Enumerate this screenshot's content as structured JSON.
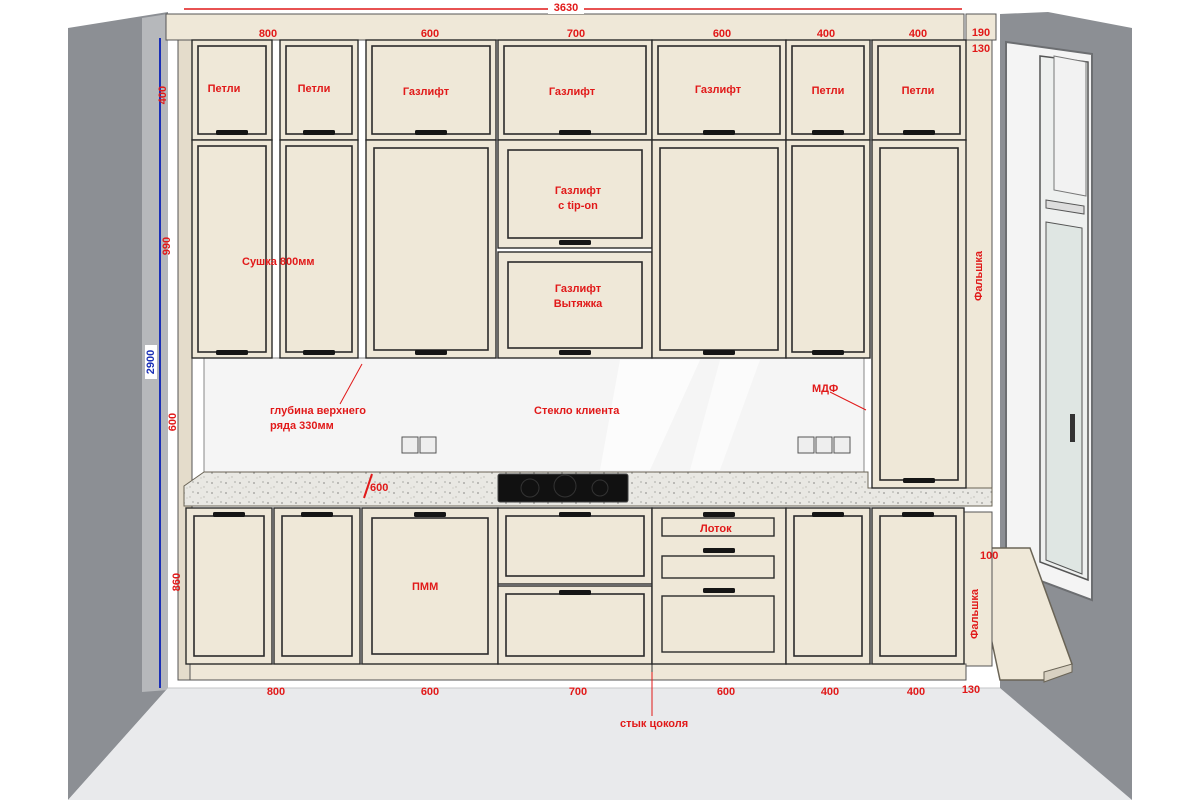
{
  "colors": {
    "facade": "#efe8d8",
    "frame": "#2b2b2b",
    "wall": "#8c8f94",
    "floor": "#e9eaec",
    "dim_red": "#e11919",
    "dim_blue": "#1a2fb5",
    "counter": "#e7e6e1"
  },
  "dimensions": {
    "total_width": "3630",
    "top_widths": [
      "800",
      "600",
      "700",
      "600",
      "400",
      "400"
    ],
    "top_right": [
      "190",
      "130"
    ],
    "bottom_widths": [
      "800",
      "600",
      "700",
      "600",
      "400",
      "400"
    ],
    "bottom_right": "130",
    "heights": {
      "upper": "400",
      "middle": "990",
      "backsplash": "600",
      "lower": "860",
      "total": "2900"
    },
    "counter_depth": "600",
    "sill": "100"
  },
  "labels": {
    "petli": "Петли",
    "gazlift": "Газлифт",
    "gazlift_tipon": [
      "Газлифт",
      "с tip-on"
    ],
    "gazlift_hood": [
      "Газлифт",
      "Вытяжка"
    ],
    "dryer": "Сушка 800мм",
    "depth_note": [
      "глубина верхнего",
      "ряда 330мм"
    ],
    "glass": "Стекло клиента",
    "mdf": "МДФ",
    "falshka": "Фальшка",
    "falshka2": "Фальшка",
    "tray": "Лоток",
    "pmm": "ПММ",
    "plinth_joint": "стык цоколя"
  }
}
